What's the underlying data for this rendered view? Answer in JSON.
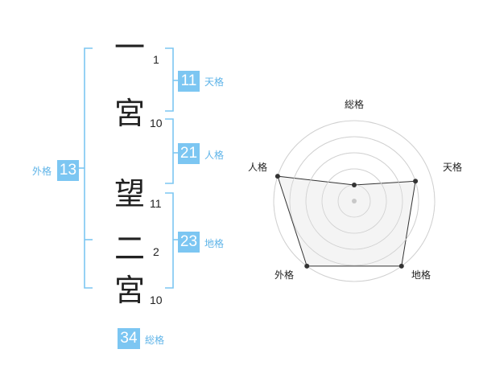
{
  "name": {
    "chars": [
      {
        "char": "一",
        "strokes": "1"
      },
      {
        "char": "宮",
        "strokes": "10"
      },
      {
        "char": "望",
        "strokes": "11"
      },
      {
        "char": "二",
        "strokes": "2"
      },
      {
        "char": "宮",
        "strokes": "10"
      }
    ]
  },
  "fortunes": {
    "tenkaku": {
      "value": "11",
      "label": "天格"
    },
    "jinkaku": {
      "value": "21",
      "label": "人格"
    },
    "chikaku": {
      "value": "23",
      "label": "地格"
    },
    "gaikaku": {
      "value": "13",
      "label": "外格"
    },
    "soukaku": {
      "value": "34",
      "label": "総格"
    }
  },
  "colors": {
    "accent": "#7cc6f2",
    "bracket": "#5fb4e8",
    "radar_fill": "#f2f2f2"
  },
  "chart_data": {
    "type": "radar",
    "axes": [
      "総格",
      "天格",
      "地格",
      "外格",
      "人格"
    ],
    "values": [
      1,
      4,
      5,
      5,
      5
    ],
    "range": [
      0,
      5
    ],
    "rings": 5
  }
}
